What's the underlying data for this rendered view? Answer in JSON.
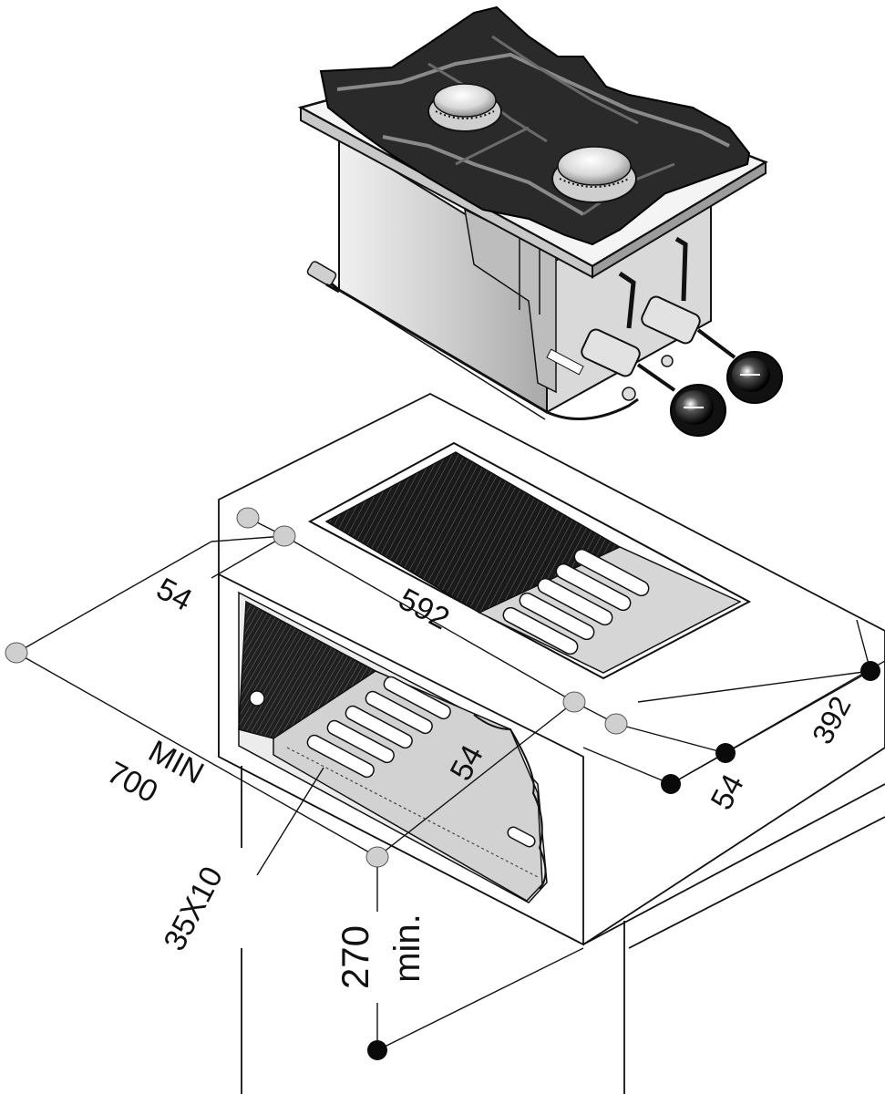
{
  "dimensions": {
    "cutout_offset_top_left": "54",
    "cutout_width": "592",
    "cutout_depth": "392",
    "cutout_offset_front": "54",
    "cutout_offset_right": "54",
    "worktop_min_depth_min": "MIN",
    "worktop_min_depth_value": "700",
    "vent_slot_size": "35X10",
    "clearance_value": "270",
    "clearance_min": "min."
  },
  "colors": {
    "line": "#111111",
    "steel_light": "#e6e6e6",
    "steel_mid": "#c8c8c8",
    "steel_dark": "#9a9a9a",
    "grate": "#1c1c1c",
    "marker_grey": "#cfcfcf",
    "marker_black": "#0a0a0a"
  }
}
